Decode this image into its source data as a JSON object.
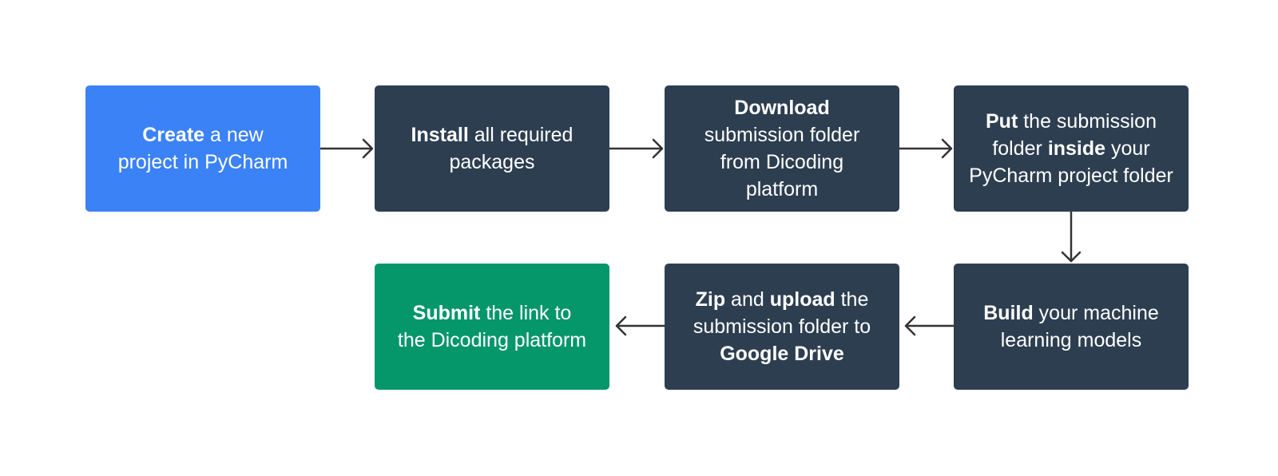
{
  "colors": {
    "start": "#3b82f6",
    "step": "#2d3e50",
    "end": "#05966a",
    "arrow": "#333333"
  },
  "steps": [
    {
      "id": "create",
      "lines": [
        [
          {
            "t": "Create",
            "b": true
          },
          {
            "t": " a new",
            "b": false
          }
        ],
        [
          {
            "t": "project in PyCharm",
            "b": false
          }
        ]
      ]
    },
    {
      "id": "install",
      "lines": [
        [
          {
            "t": "Install",
            "b": true
          },
          {
            "t": " all required",
            "b": false
          }
        ],
        [
          {
            "t": "packages",
            "b": false
          }
        ]
      ]
    },
    {
      "id": "download",
      "lines": [
        [
          {
            "t": "Download",
            "b": true
          }
        ],
        [
          {
            "t": "submission folder",
            "b": false
          }
        ],
        [
          {
            "t": "from Dicoding",
            "b": false
          }
        ],
        [
          {
            "t": "platform",
            "b": false
          }
        ]
      ]
    },
    {
      "id": "put",
      "lines": [
        [
          {
            "t": "Put",
            "b": true
          },
          {
            "t": " the submission",
            "b": false
          }
        ],
        [
          {
            "t": "folder ",
            "b": false
          },
          {
            "t": "inside",
            "b": true
          },
          {
            "t": " your",
            "b": false
          }
        ],
        [
          {
            "t": "PyCharm project folder",
            "b": false
          }
        ]
      ]
    },
    {
      "id": "build",
      "lines": [
        [
          {
            "t": "Build",
            "b": true
          },
          {
            "t": " your machine",
            "b": false
          }
        ],
        [
          {
            "t": "learning models",
            "b": false
          }
        ]
      ]
    },
    {
      "id": "zip-upload",
      "lines": [
        [
          {
            "t": "Zip",
            "b": true
          },
          {
            "t": " and ",
            "b": false
          },
          {
            "t": "upload",
            "b": true
          },
          {
            "t": " the",
            "b": false
          }
        ],
        [
          {
            "t": "submission folder to",
            "b": false
          }
        ],
        [
          {
            "t": "Google Drive",
            "b": true
          }
        ]
      ]
    },
    {
      "id": "submit",
      "lines": [
        [
          {
            "t": "Submit",
            "b": true
          },
          {
            "t": " the link to",
            "b": false
          }
        ],
        [
          {
            "t": "the Dicoding platform",
            "b": false
          }
        ]
      ]
    }
  ]
}
